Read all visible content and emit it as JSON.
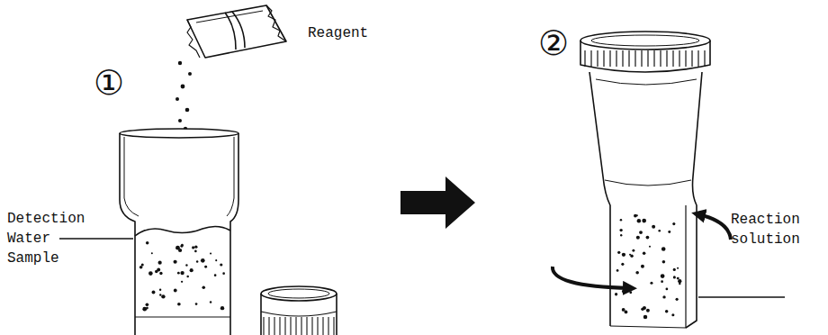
{
  "diagram": {
    "labels": [
      "①",
      "Reagent",
      "Detection Water Sample",
      "②",
      "Reaction solution"
    ]
  }
}
